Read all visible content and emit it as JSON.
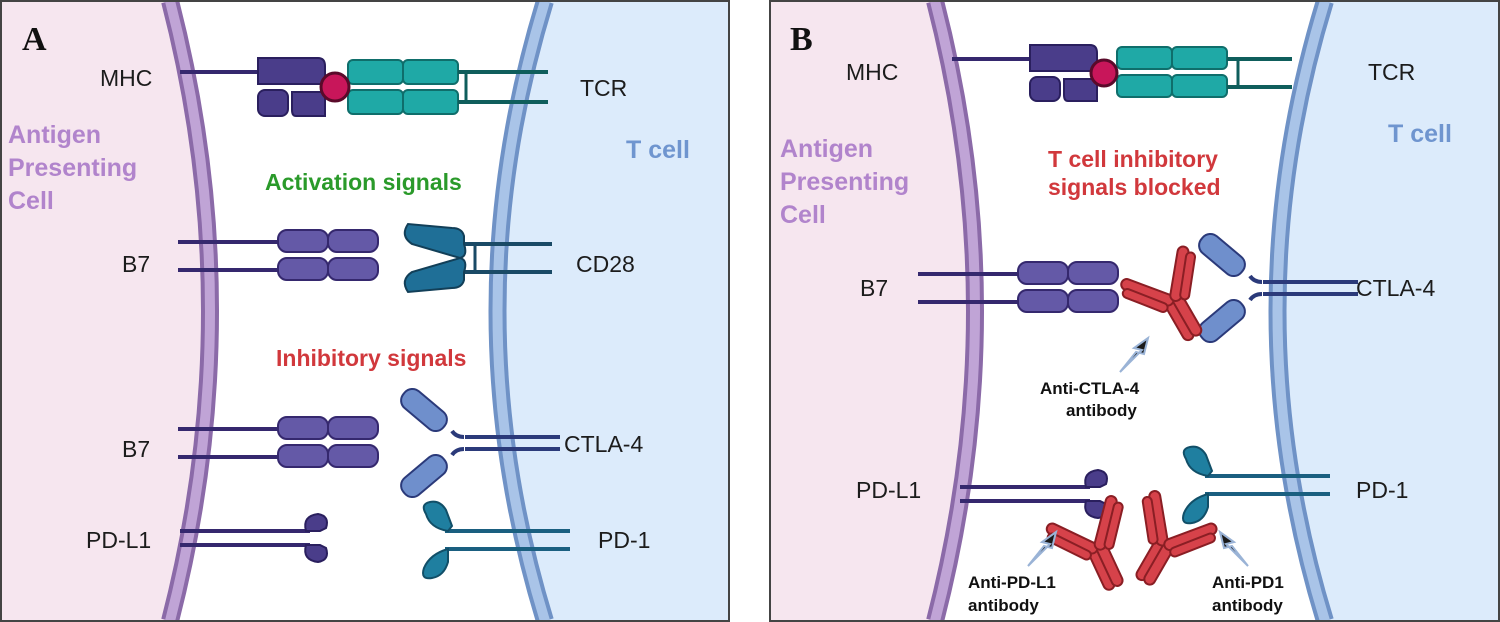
{
  "colors": {
    "apc_fill": "#f6e6ef",
    "tcell_fill": "#dcebfb",
    "apc_membrane": "#a988c2",
    "tcell_membrane": "#8fb0dc",
    "mhc": "#4a3d8a",
    "tcr": "#1fa9a6",
    "peptide": "#c8165a",
    "b7": "#6459a7",
    "cd28": "#1f6f97",
    "ctla4": "#6f8fcc",
    "pd1": "#1f7fa0",
    "antibody": "#d6424a",
    "activation_text": "#2a9a2a",
    "inhibitory_text": "#d1383c"
  },
  "panel_a": {
    "letter": "A",
    "apc_label": [
      "Antigen",
      "Presenting",
      "Cell"
    ],
    "tcell_label": "T cell",
    "mhc_label": "MHC",
    "tcr_label": "TCR",
    "activation_text": "Activation signals",
    "b7_label_1": "B7",
    "cd28_label": "CD28",
    "inhibitory_text": "Inhibitory signals",
    "b7_label_2": "B7",
    "ctla4_label": "CTLA-4",
    "pdl1_label": "PD-L1",
    "pd1_label": "PD-1"
  },
  "panel_b": {
    "letter": "B",
    "apc_label": [
      "Antigen",
      "Presenting",
      "Cell"
    ],
    "tcell_label": "T cell",
    "mhc_label": "MHC",
    "tcr_label": "TCR",
    "blocked_text": [
      "T cell inhibitory",
      "signals blocked"
    ],
    "b7_label": "B7",
    "ctla4_label": "CTLA-4",
    "anti_ctla4_label": [
      "Anti-CTLA-4",
      "antibody"
    ],
    "pdl1_label": "PD-L1",
    "pd1_label": "PD-1",
    "anti_pdl1_label": [
      "Anti-PD-L1",
      "antibody"
    ],
    "anti_pd1_label": [
      "Anti-PD1",
      "antibody"
    ]
  }
}
